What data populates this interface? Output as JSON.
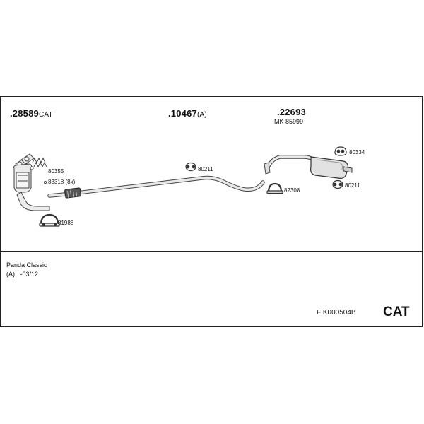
{
  "parts": {
    "catalyst": {
      "number": ".28589",
      "suffix": "CAT"
    },
    "middle": {
      "number": ".10467",
      "suffix": "(A)"
    },
    "rear": {
      "number": ".22693",
      "sub": "MK 85999"
    }
  },
  "small_parts": {
    "p80355": "80355",
    "p83318": "83318 (8x)",
    "p81988": "81988",
    "p80211_mid": "80211",
    "p82308": "82308",
    "p80334": "80334",
    "p80211_rear": "80211"
  },
  "vehicle": {
    "model": "Panda Classic",
    "range": "(A)   -03/12"
  },
  "kit_ref": "FIK000504B",
  "badge": "CAT",
  "colors": {
    "line": "#222222",
    "pipe_fill": "#e9e9e9",
    "pipe_stroke": "#444444",
    "background": "#ffffff"
  }
}
